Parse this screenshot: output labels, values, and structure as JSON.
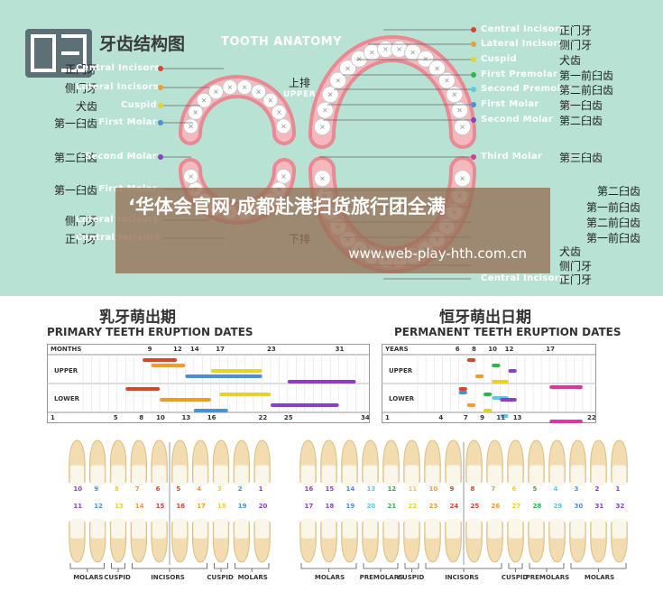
{
  "header": {
    "title_cn": "牙齿结构图",
    "title_en": "TOOTH ANATOMY"
  },
  "jaws": {
    "upper_cn": "上排",
    "upper_en": "UPPER",
    "lower_cn": "下排"
  },
  "left_labels": [
    {
      "cn": "正门牙",
      "en": "Central Incisors",
      "color": "#d9452b"
    },
    {
      "cn": "侧门牙",
      "en": "Lateral Incisors",
      "color": "#f29a2e"
    },
    {
      "cn": "犬齿",
      "en": "Cuspid",
      "color": "#e8d12c"
    },
    {
      "cn": "第一臼齿",
      "en": "First Molar",
      "color": "#4a90d9"
    },
    {
      "cn": "第二臼齿",
      "en": "Second Molar",
      "color": "#8b3fc8"
    },
    {
      "cn": "第一臼齿",
      "en": "First Molar",
      "color": ""
    },
    {
      "cn": "侧门牙",
      "en": "Lateral Incisors",
      "color": ""
    },
    {
      "cn": "正门牙",
      "en": "Central Incisors",
      "color": ""
    }
  ],
  "right_labels": [
    {
      "cn": "正门牙",
      "en": "Central Incisors",
      "color": "#d9452b"
    },
    {
      "cn": "侧门牙",
      "en": "Lateral Incisors",
      "color": "#f29a2e"
    },
    {
      "cn": "犬齿",
      "en": "Cuspid",
      "color": "#e8d12c"
    },
    {
      "cn": "第一前臼齿",
      "en": "First Premolar",
      "color": "#2fb54a"
    },
    {
      "cn": "第二前臼齿",
      "en": "Second Premolar",
      "color": "#5bc8e8"
    },
    {
      "cn": "第一臼齿",
      "en": "First Molar",
      "color": "#4a90d9"
    },
    {
      "cn": "第二臼齿",
      "en": "Second Molar",
      "color": "#8b3fc8"
    },
    {
      "cn": "第三臼齿",
      "en": "Third Molar",
      "color": "#e0359a"
    },
    {
      "cn": "第二臼齿",
      "en": "",
      "color": ""
    },
    {
      "cn": "第一前臼齿",
      "en": "",
      "color": ""
    },
    {
      "cn": "第二前臼齿",
      "en": "",
      "color": ""
    },
    {
      "cn": "第一前臼齿",
      "en": "",
      "color": ""
    },
    {
      "cn": "犬齿",
      "en": "",
      "color": ""
    },
    {
      "cn": "侧门牙",
      "en": "",
      "color": ""
    },
    {
      "cn": "正门牙",
      "en": "Central Incisors",
      "color": ""
    }
  ],
  "overlay": {
    "title": "‘华体会官网’成都赴港扫货旅行团全满",
    "url": "www.web-play-hth.com.cn"
  },
  "primary": {
    "title_cn": "乳牙萌出期",
    "title_en": "PRIMARY TEETH ERUPTION DATES",
    "row_label_top": "MONTHS",
    "upper_label": "UPPER",
    "lower_label": "LOWER",
    "top_ticks": [
      "9",
      "12",
      "14",
      "17",
      "23",
      "31"
    ],
    "bottom_ticks": [
      "1",
      "5",
      "8",
      "10",
      "13",
      "16",
      "22",
      "25",
      "34"
    ],
    "upper_bars": [
      {
        "color": "#d9452b",
        "start": 8,
        "end": 12
      },
      {
        "color": "#f29a2e",
        "start": 9,
        "end": 13
      },
      {
        "color": "#e8d12c",
        "start": 16,
        "end": 22
      },
      {
        "color": "#4a90d9",
        "start": 13,
        "end": 22
      },
      {
        "color": "#8b3fc8",
        "start": 25,
        "end": 33
      }
    ],
    "lower_bars": [
      {
        "color": "#d9452b",
        "start": 6,
        "end": 10
      },
      {
        "color": "#e8d12c",
        "start": 17,
        "end": 23
      },
      {
        "color": "#f29a2e",
        "start": 10,
        "end": 16
      },
      {
        "color": "#8b3fc8",
        "start": 23,
        "end": 31
      },
      {
        "color": "#4a90d9",
        "start": 14,
        "end": 18
      }
    ]
  },
  "permanent": {
    "title_cn": "恒牙萌出日期",
    "title_en": "PERMANENT TEETH ERUPTION DATES",
    "row_label_top": "YEARS",
    "upper_label": "UPPER",
    "lower_label": "LOWER",
    "top_ticks": [
      "6",
      "8",
      "10",
      "12",
      "17"
    ],
    "bottom_ticks": [
      "1",
      "4",
      "7",
      "9",
      "11",
      "13",
      "22"
    ],
    "upper_bars": [
      {
        "color": "#d9452b",
        "start": 7,
        "end": 8
      },
      {
        "color": "#2fb54a",
        "start": 10,
        "end": 11
      },
      {
        "color": "#8b3fc8",
        "start": 12,
        "end": 13
      },
      {
        "color": "#f29a2e",
        "start": 8,
        "end": 9
      },
      {
        "color": "#e8d12c",
        "start": 10,
        "end": 12
      },
      {
        "color": "#e0359a",
        "start": 17,
        "end": 21
      },
      {
        "color": "#4a90d9",
        "start": 6,
        "end": 7
      },
      {
        "color": "#5bc8e8",
        "start": 10,
        "end": 12
      }
    ],
    "lower_bars": [
      {
        "color": "#d9452b",
        "start": 6,
        "end": 7
      },
      {
        "color": "#2fb54a",
        "start": 9,
        "end": 10
      },
      {
        "color": "#8b3fc8",
        "start": 11,
        "end": 13
      },
      {
        "color": "#f29a2e",
        "start": 7,
        "end": 8
      },
      {
        "color": "#e8d12c",
        "start": 9,
        "end": 10
      },
      {
        "color": "#5bc8e8",
        "start": 11,
        "end": 12
      },
      {
        "color": "#e0359a",
        "start": 17,
        "end": 21
      },
      {
        "color": "#4a90d9",
        "start": 6,
        "end": 7
      }
    ]
  },
  "primary_teeth": {
    "upper_numbers": [
      "10",
      "9",
      "8",
      "7",
      "6",
      "5",
      "4",
      "3",
      "2",
      "1"
    ],
    "upper_colors": [
      "#8b3fc8",
      "#4a90d9",
      "#e8d12c",
      "#f29a2e",
      "#d9452b",
      "#d9452b",
      "#f29a2e",
      "#e8d12c",
      "#4a90d9",
      "#8b3fc8"
    ],
    "lower_numbers": [
      "11",
      "12",
      "13",
      "14",
      "15",
      "16",
      "17",
      "18",
      "19",
      "20"
    ],
    "lower_colors": [
      "#8b3fc8",
      "#4a90d9",
      "#e8d12c",
      "#f29a2e",
      "#d9452b",
      "#d9452b",
      "#f29a2e",
      "#e8d12c",
      "#4a90d9",
      "#8b3fc8"
    ],
    "groups": [
      "MOLARS",
      "CUSPID",
      "INCISORS",
      "CUSPID",
      "MOLARS"
    ]
  },
  "permanent_teeth": {
    "upper_numbers": [
      "16",
      "15",
      "14",
      "13",
      "12",
      "11",
      "10",
      "9",
      "8",
      "7",
      "6",
      "5",
      "4",
      "3",
      "2",
      "1"
    ],
    "upper_colors": [
      "#8b3fc8",
      "#8b3fc8",
      "#4a90d9",
      "#5bc8e8",
      "#2fb54a",
      "#e8d12c",
      "#f29a2e",
      "#d9452b",
      "#d9452b",
      "#f29a2e",
      "#e8d12c",
      "#2fb54a",
      "#5bc8e8",
      "#4a90d9",
      "#8b3fc8",
      "#8b3fc8"
    ],
    "lower_numbers": [
      "17",
      "18",
      "19",
      "20",
      "21",
      "22",
      "23",
      "24",
      "25",
      "26",
      "27",
      "28",
      "29",
      "30",
      "31",
      "32"
    ],
    "lower_colors": [
      "#8b3fc8",
      "#8b3fc8",
      "#4a90d9",
      "#5bc8e8",
      "#2fb54a",
      "#e8d12c",
      "#f29a2e",
      "#d9452b",
      "#d9452b",
      "#f29a2e",
      "#e8d12c",
      "#2fb54a",
      "#5bc8e8",
      "#4a90d9",
      "#8b3fc8",
      "#8b3fc8"
    ],
    "groups": [
      "MOLARS",
      "PREMOLARS",
      "CUSPID",
      "INCISORS",
      "CUSPID",
      "PREMOLARS",
      "MOLARS"
    ]
  }
}
